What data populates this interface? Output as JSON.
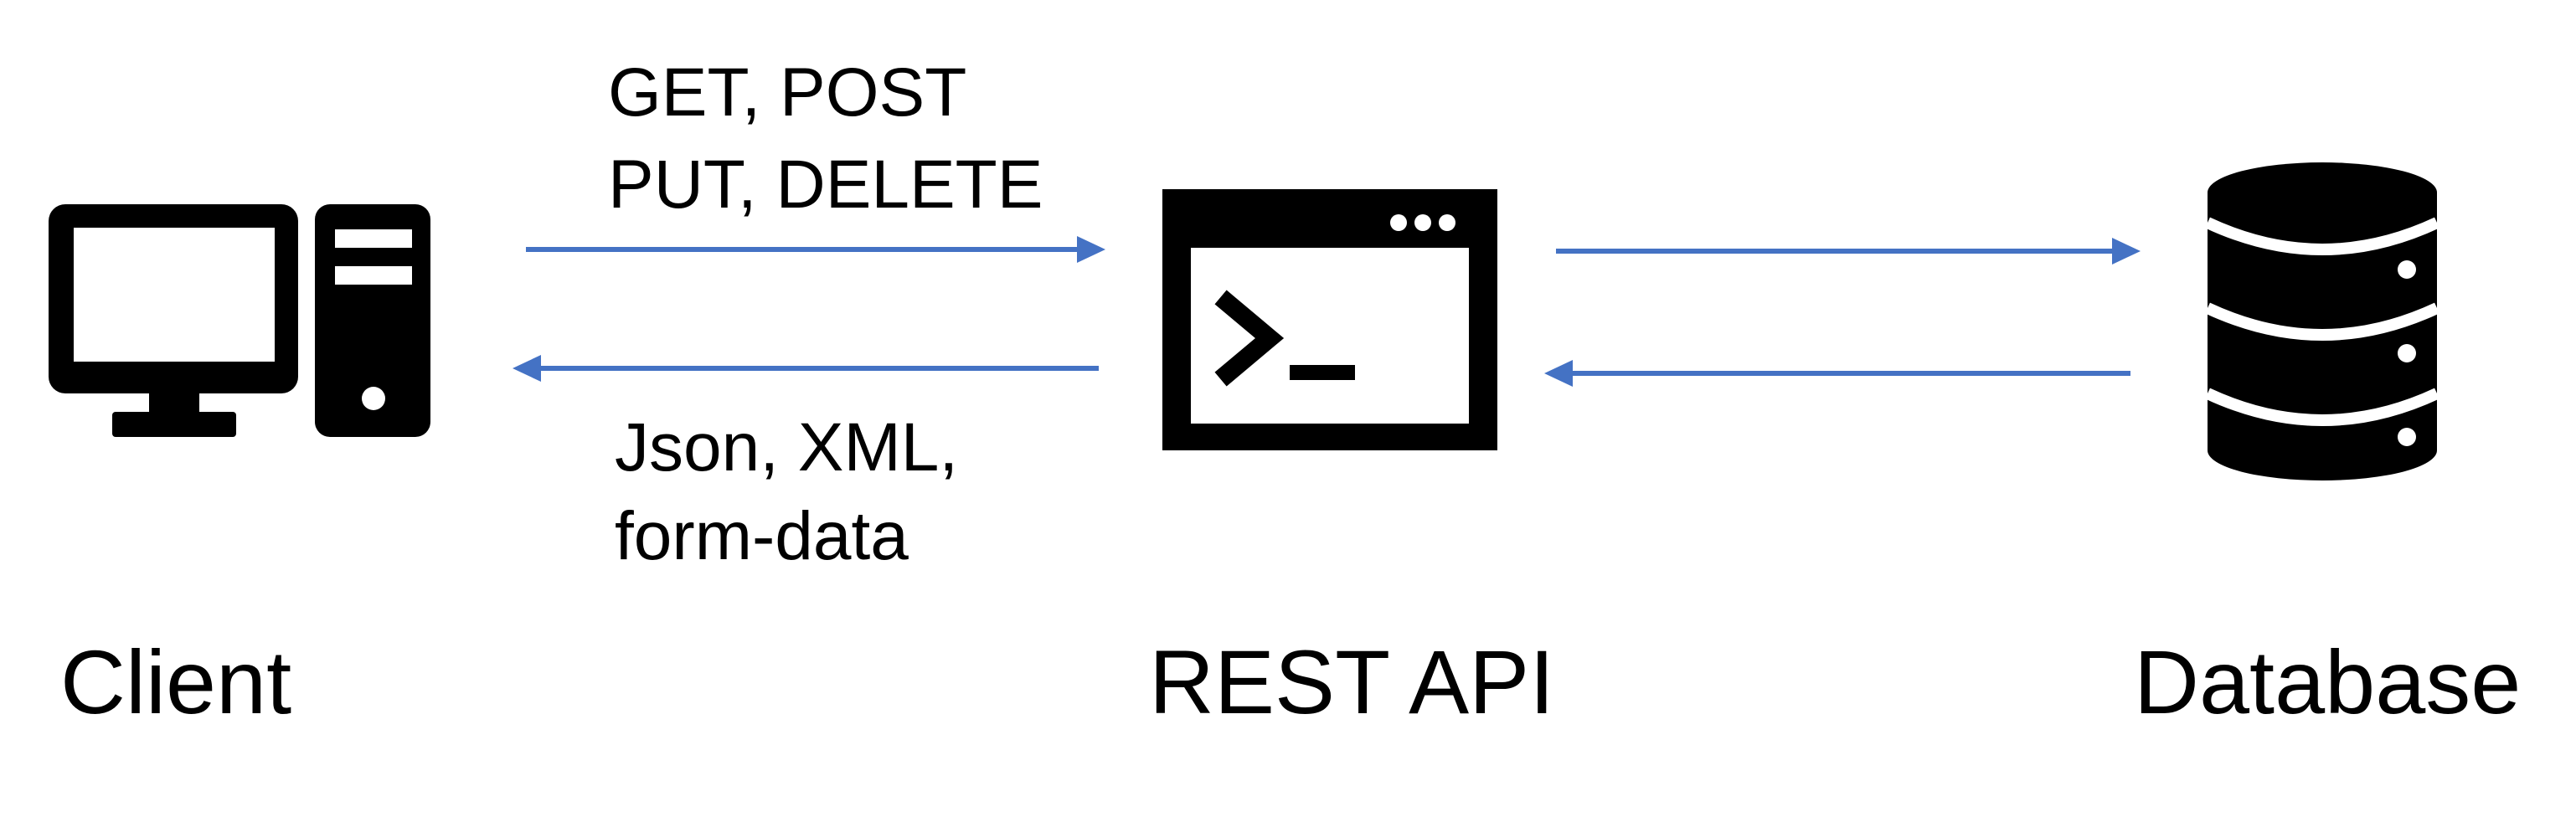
{
  "nodes": {
    "client": {
      "label": "Client",
      "icon": "desktop-computer-icon"
    },
    "rest_api": {
      "label": "REST API",
      "icon": "terminal-window-icon"
    },
    "database": {
      "label": "Database",
      "icon": "database-icon"
    }
  },
  "edges": {
    "request": {
      "line1": "GET, POST",
      "line2": "PUT, DELETE"
    },
    "response": {
      "line1": "Json, XML,",
      "line2": "form-data"
    }
  },
  "colors": {
    "arrow": "#4472c4",
    "icon": "#000000",
    "text": "#000000"
  }
}
